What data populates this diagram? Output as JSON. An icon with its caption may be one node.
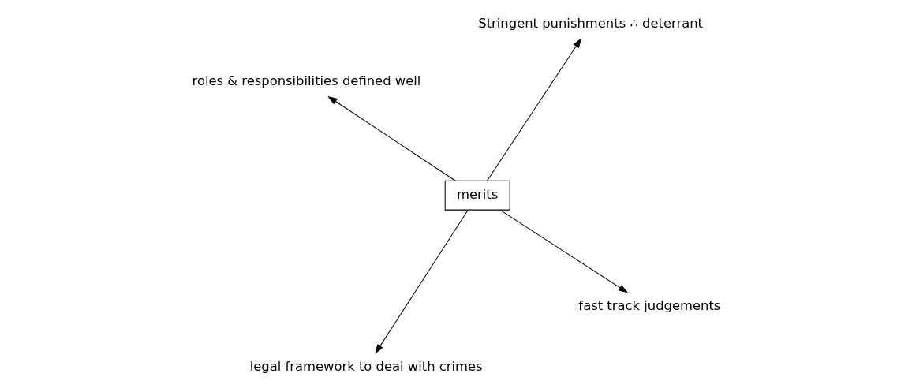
{
  "diagram": {
    "nodes": [
      {
        "text": [
          "merits"
        ]
      },
      {
        "text": [
          "fast track judgements"
        ]
      },
      {
        "text": [
          "legal framework to deal with crimes"
        ]
      },
      {
        "text": [
          "roles & responsibilities defined well"
        ]
      },
      {
        "text": [
          "Stringent punishments ∴ deterrant"
        ]
      }
    ],
    "edges": [
      {
        "from": 0,
        "to": 1,
        "arrow": "to"
      },
      {
        "from": 0,
        "to": 2,
        "arrow": "to"
      },
      {
        "from": 0,
        "to": 3,
        "arrow": "to"
      },
      {
        "from": 0,
        "to": 4,
        "arrow": "to"
      }
    ]
  }
}
